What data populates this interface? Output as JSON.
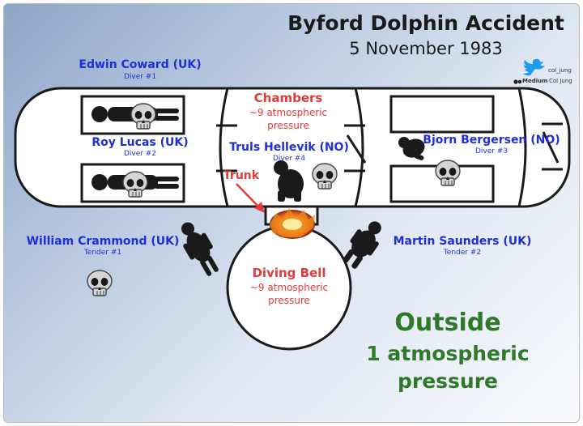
{
  "title": "Byford Dolphin Accident",
  "date": "5 November 1983",
  "credits": {
    "twitter": "col_jung",
    "medium": "Medium",
    "author": "Col Jung"
  },
  "people": [
    {
      "id": "edwin",
      "name": "Edwin Coward (UK)",
      "role": "Diver #1"
    },
    {
      "id": "roy",
      "name": "Roy Lucas (UK)",
      "role": "Diver #2"
    },
    {
      "id": "truls",
      "name": "Truls Hellevik (NO)",
      "role": "Diver #4"
    },
    {
      "id": "bjorn",
      "name": "Bjorn Bergersen (NO)",
      "role": "Diver #3"
    },
    {
      "id": "william",
      "name": "William Crammond (UK)",
      "role": "Tender #1"
    },
    {
      "id": "martin",
      "name": "Martin Saunders (UK)",
      "role": "Tender #2"
    }
  ],
  "chambers": {
    "line1": "Chambers",
    "line2": "~9 atmospheric",
    "line3": "pressure"
  },
  "trunk": {
    "label": "Trunk"
  },
  "bell": {
    "line1": "Diving Bell",
    "line2": "~9 atmospheric",
    "line3": "pressure"
  },
  "outside": {
    "line1": "Outside",
    "line2": "1 atmospheric",
    "line3": "pressure"
  },
  "colors": {
    "name_blue": "#1f2fd6",
    "pressure_red": "#e23a3a",
    "outside_green": "#2f7a2a",
    "background": "#b6c7df"
  }
}
